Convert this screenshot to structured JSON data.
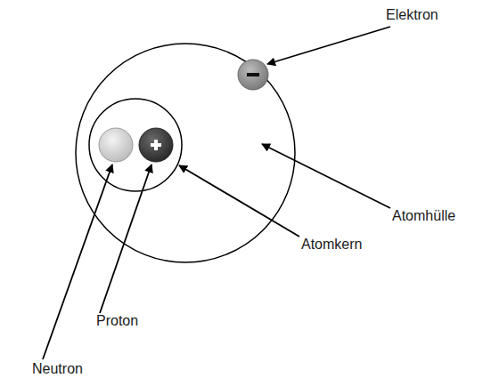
{
  "diagram": {
    "labels": [
      "Elektron",
      "Atomhülle",
      "Atomkern",
      "Proton",
      "Neutron"
    ]
  }
}
